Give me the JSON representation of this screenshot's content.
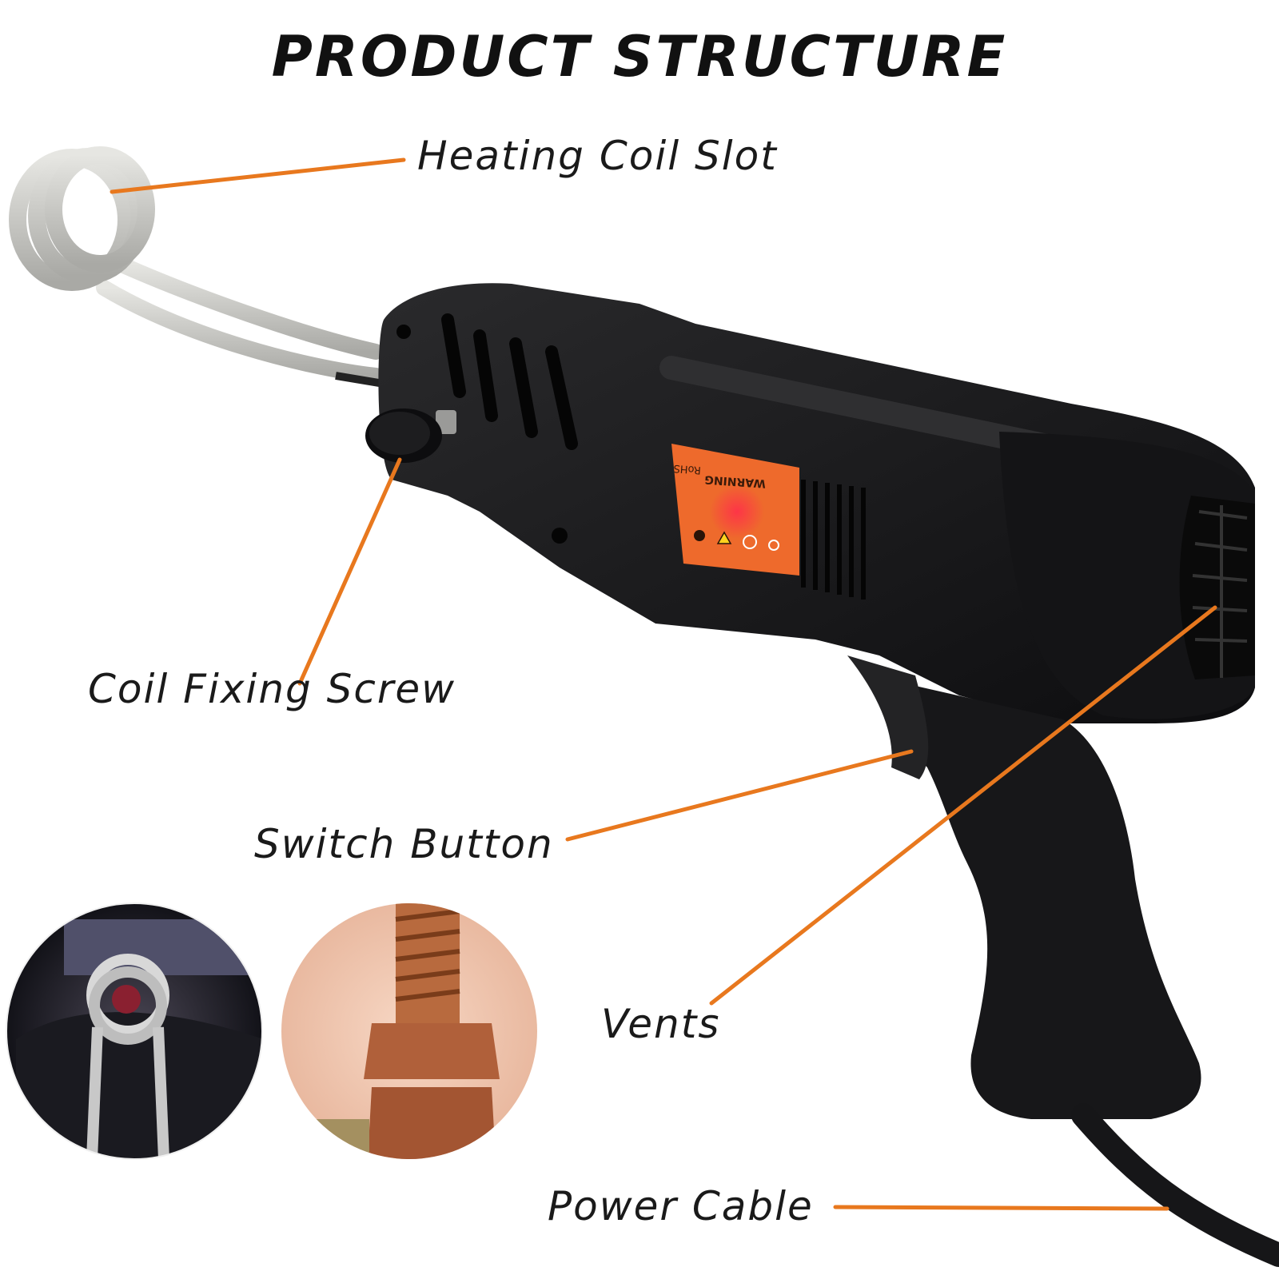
{
  "title": "PRODUCT STRUCTURE",
  "labels": {
    "heating_coil_slot": "Heating Coil Slot",
    "coil_fixing_screw": "Coil Fixing Screw",
    "switch_button": "Switch Button",
    "vents": "Vents",
    "power_cable": "Power Cable"
  },
  "warning_label": {
    "header": "WARNING",
    "rohs": "RoHS"
  },
  "colors": {
    "leader_line": "#e8781e",
    "body": "#1c1c1e",
    "coil": "#c9c9c5",
    "warning_bg": "#ee6a2c"
  }
}
